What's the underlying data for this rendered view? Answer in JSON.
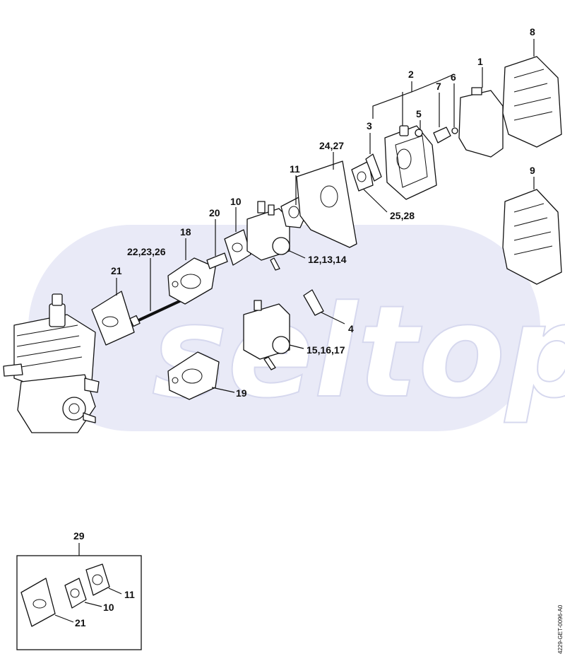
{
  "watermark": "seltop",
  "doc_id": "4229-GET-0096-A0",
  "callouts": {
    "c1": "1",
    "c2": "2",
    "c3": "3",
    "c4": "4",
    "c5": "5",
    "c6": "6",
    "c7": "7",
    "c8": "8",
    "c9": "9",
    "c10": "10",
    "c11": "11",
    "c12_13_14": "12,13,14",
    "c15_16_17": "15,16,17",
    "c18": "18",
    "c19": "19",
    "c20": "20",
    "c21": "21",
    "c22_23_26": "22,23,26",
    "c24_27": "24,27",
    "c25_28": "25,28"
  },
  "kit": {
    "c29": "29",
    "c10": "10",
    "c11": "11",
    "c21": "21"
  }
}
